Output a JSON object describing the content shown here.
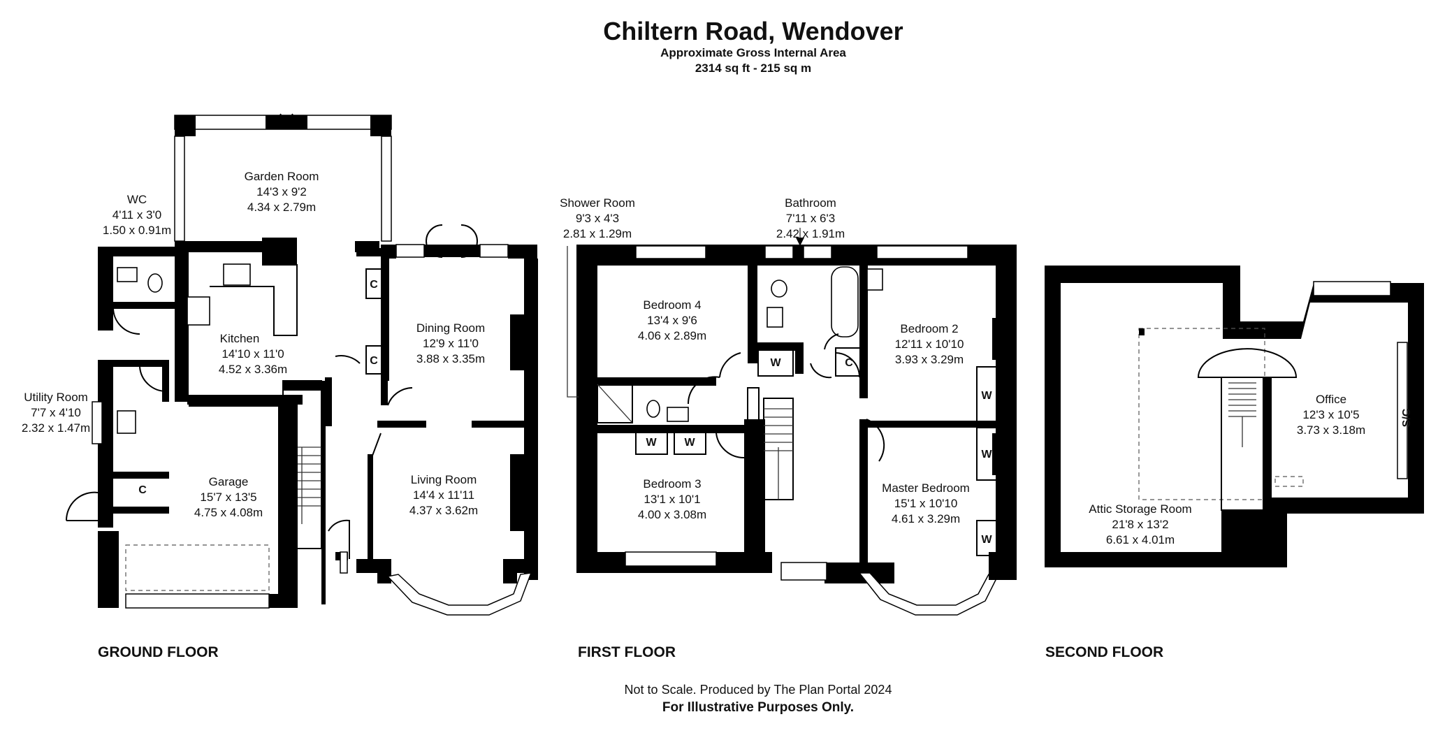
{
  "header": {
    "title": "Chiltern Road, Wendover",
    "subtitle": "Approximate Gross Internal Area",
    "area": "2314 sq ft - 215 sq m"
  },
  "floors": {
    "ground": "GROUND FLOOR",
    "first": "FIRST FLOOR",
    "second": "SECOND FLOOR"
  },
  "rooms": {
    "garden_room": {
      "name": "Garden Room",
      "imperial": "14'3 x 9'2",
      "metric": "4.34 x 2.79m"
    },
    "wc": {
      "name": "WC",
      "imperial": "4'11 x 3'0",
      "metric": "1.50 x 0.91m"
    },
    "kitchen": {
      "name": "Kitchen",
      "imperial": "14'10 x 11'0",
      "metric": "4.52 x 3.36m"
    },
    "utility_room": {
      "name": "Utility Room",
      "imperial": "7'7 x 4'10",
      "metric": "2.32 x 1.47m"
    },
    "garage": {
      "name": "Garage",
      "imperial": "15'7 x 13'5",
      "metric": "4.75 x 4.08m"
    },
    "dining_room": {
      "name": "Dining Room",
      "imperial": "12'9 x 11'0",
      "metric": "3.88 x 3.35m"
    },
    "living_room": {
      "name": "Living Room",
      "imperial": "14'4 x 11'11",
      "metric": "4.37 x 3.62m"
    },
    "shower_room": {
      "name": "Shower Room",
      "imperial": "9'3 x 4'3",
      "metric": "2.81 x 1.29m"
    },
    "bathroom": {
      "name": "Bathroom",
      "imperial": "7'11 x 6'3",
      "metric": "2.42 x 1.91m"
    },
    "bedroom_4": {
      "name": "Bedroom 4",
      "imperial": "13'4 x 9'6",
      "metric": "4.06 x 2.89m"
    },
    "bedroom_2": {
      "name": "Bedroom 2",
      "imperial": "12'11 x 10'10",
      "metric": "3.93 x 3.29m"
    },
    "bedroom_3": {
      "name": "Bedroom 3",
      "imperial": "13'1 x 10'1",
      "metric": "4.00 x 3.08m"
    },
    "master_bedroom": {
      "name": "Master Bedroom",
      "imperial": "15'1 x 10'10",
      "metric": "4.61 x 3.29m"
    },
    "office": {
      "name": "Office",
      "imperial": "12'3 x 10'5",
      "metric": "3.73 x 3.18m"
    },
    "attic_storage": {
      "name": "Attic Storage Room",
      "imperial": "21'8 x 13'2",
      "metric": "6.61 x 4.01m"
    }
  },
  "markers": {
    "cupboard": "C",
    "wardrobe": "W",
    "sc": "S/C"
  },
  "footer": {
    "note": "Not to Scale. Produced by The Plan Portal 2024",
    "disclaimer": "For Illustrative Purposes Only."
  }
}
